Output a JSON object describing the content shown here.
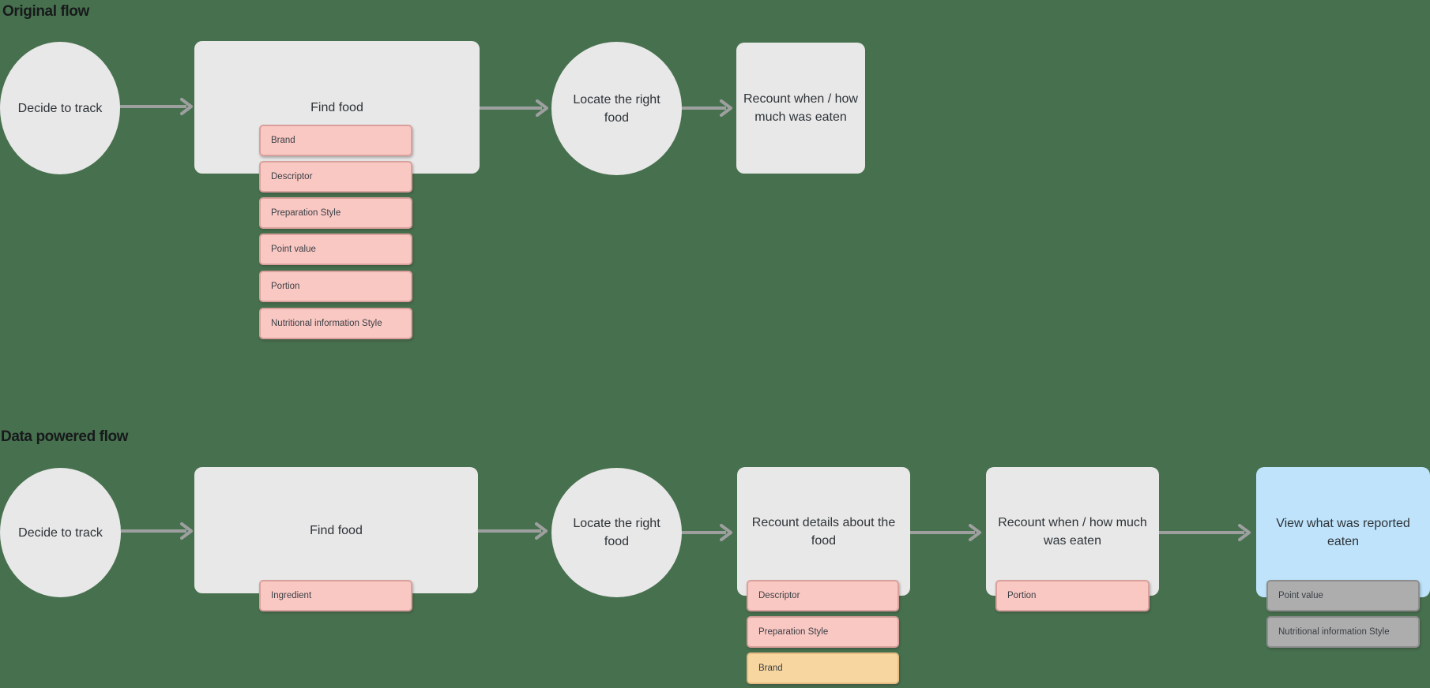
{
  "palette": {
    "background": "#47714E",
    "shape_fill": "#E8E8E8",
    "highlight_fill": "#BEE3FA",
    "tag_pink_fill": "#FAC8C3",
    "tag_pink_border": "#DAA19C",
    "tag_orange_fill": "#F8D6A0",
    "tag_orange_border": "#E6BB82",
    "tag_gray_fill": "#ADADAD",
    "tag_gray_border": "#8E8E8E",
    "arrow": "#9EA0A0"
  },
  "flows": [
    {
      "title": "Original flow",
      "nodes": [
        {
          "shape": "circle",
          "label": "Decide to track",
          "tags": []
        },
        {
          "shape": "rectangle",
          "label": "Find food",
          "tags": [
            {
              "label": "Brand",
              "variant": "pink"
            },
            {
              "label": "Descriptor",
              "variant": "pink"
            },
            {
              "label": "Preparation Style",
              "variant": "pink"
            },
            {
              "label": "Point value",
              "variant": "pink"
            },
            {
              "label": "Portion",
              "variant": "pink"
            },
            {
              "label": "Nutritional information Style",
              "variant": "pink"
            }
          ]
        },
        {
          "shape": "circle",
          "label": "Locate the right food",
          "tags": []
        },
        {
          "shape": "rectangle",
          "label": "Recount when / how much was eaten",
          "tags": []
        }
      ]
    },
    {
      "title": "Data powered flow",
      "nodes": [
        {
          "shape": "circle",
          "label": "Decide to track",
          "tags": []
        },
        {
          "shape": "rectangle",
          "label": "Find food",
          "tags": [
            {
              "label": "Ingredient",
              "variant": "pink"
            }
          ]
        },
        {
          "shape": "circle",
          "label": "Locate the right food",
          "tags": []
        },
        {
          "shape": "rectangle",
          "label": "Recount details about the food",
          "tags": [
            {
              "label": "Descriptor",
              "variant": "pink"
            },
            {
              "label": "Preparation Style",
              "variant": "pink"
            },
            {
              "label": "Brand",
              "variant": "orange"
            }
          ]
        },
        {
          "shape": "rectangle",
          "label": "Recount when / how much was eaten",
          "tags": [
            {
              "label": "Portion",
              "variant": "pink"
            }
          ]
        },
        {
          "shape": "rectangle",
          "label": "View what was reported eaten",
          "highlight": true,
          "tags": [
            {
              "label": "Point value",
              "variant": "gray"
            },
            {
              "label": "Nutritional information Style",
              "variant": "gray"
            }
          ]
        }
      ]
    }
  ]
}
